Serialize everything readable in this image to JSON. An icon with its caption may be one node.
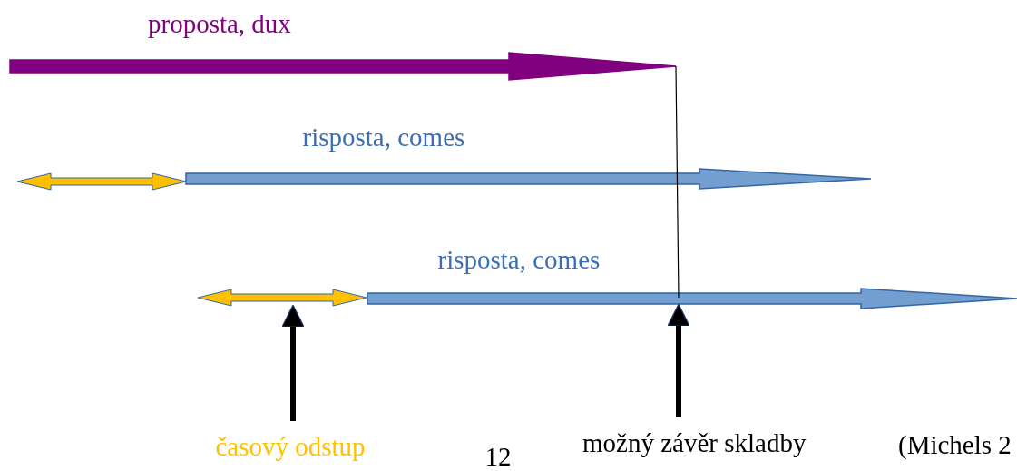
{
  "diagram": {
    "nodes": [
      {
        "text": [],
        "shape": "arrow"
      },
      {
        "text": [],
        "shape": "arrow"
      },
      {
        "text": [
          "časový odstup"
        ]
      },
      {
        "text": [
          "možný závěr skladby"
        ]
      }
    ],
    "edges": [
      {
        "from": 2,
        "to": 1,
        "arrow": "to"
      },
      {
        "from": 3,
        "to": null,
        "arrow": "to"
      }
    ],
    "labels": [
      "proposta, dux",
      "risposta, comes",
      "risposta, comes",
      "12",
      "(Michels 2"
    ]
  }
}
